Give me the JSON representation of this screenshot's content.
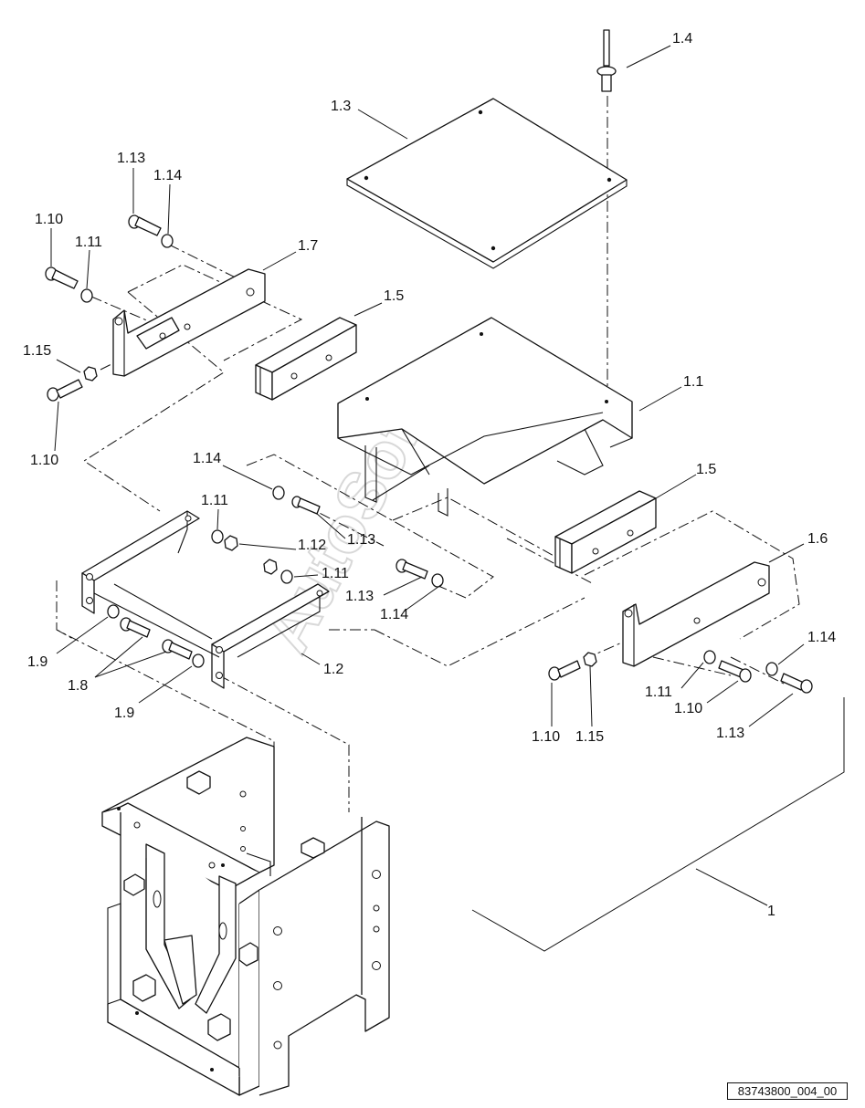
{
  "labels": {
    "l_1_4": "1.4",
    "l_1_3": "1.3",
    "l_1_13_a": "1.13",
    "l_1_14_a": "1.14",
    "l_1_10_a": "1.10",
    "l_1_11_a": "1.11",
    "l_1_7": "1.7",
    "l_1_5_a": "1.5",
    "l_1_15_a": "1.15",
    "l_1_10_b": "1.10",
    "l_1_1": "1.1",
    "l_1_14_b": "1.14",
    "l_1_11_b": "1.11",
    "l_1_13_b": "1.13",
    "l_1_12": "1.12",
    "l_1_11_c": "1.11",
    "l_1_13_c": "1.13",
    "l_1_14_c": "1.14",
    "l_1_9_a": "1.9",
    "l_1_8": "1.8",
    "l_1_9_b": "1.9",
    "l_1_2": "1.2",
    "l_1_5_b": "1.5",
    "l_1_6": "1.6",
    "l_1_14_d": "1.14",
    "l_1_11_d": "1.11",
    "l_1_10_c": "1.10",
    "l_1_13_d": "1.13",
    "l_1_10_d": "1.10",
    "l_1_15_b": "1.15",
    "l_1": "1"
  },
  "watermark": "AutoSoft",
  "reference_code": "83743800_004_00"
}
